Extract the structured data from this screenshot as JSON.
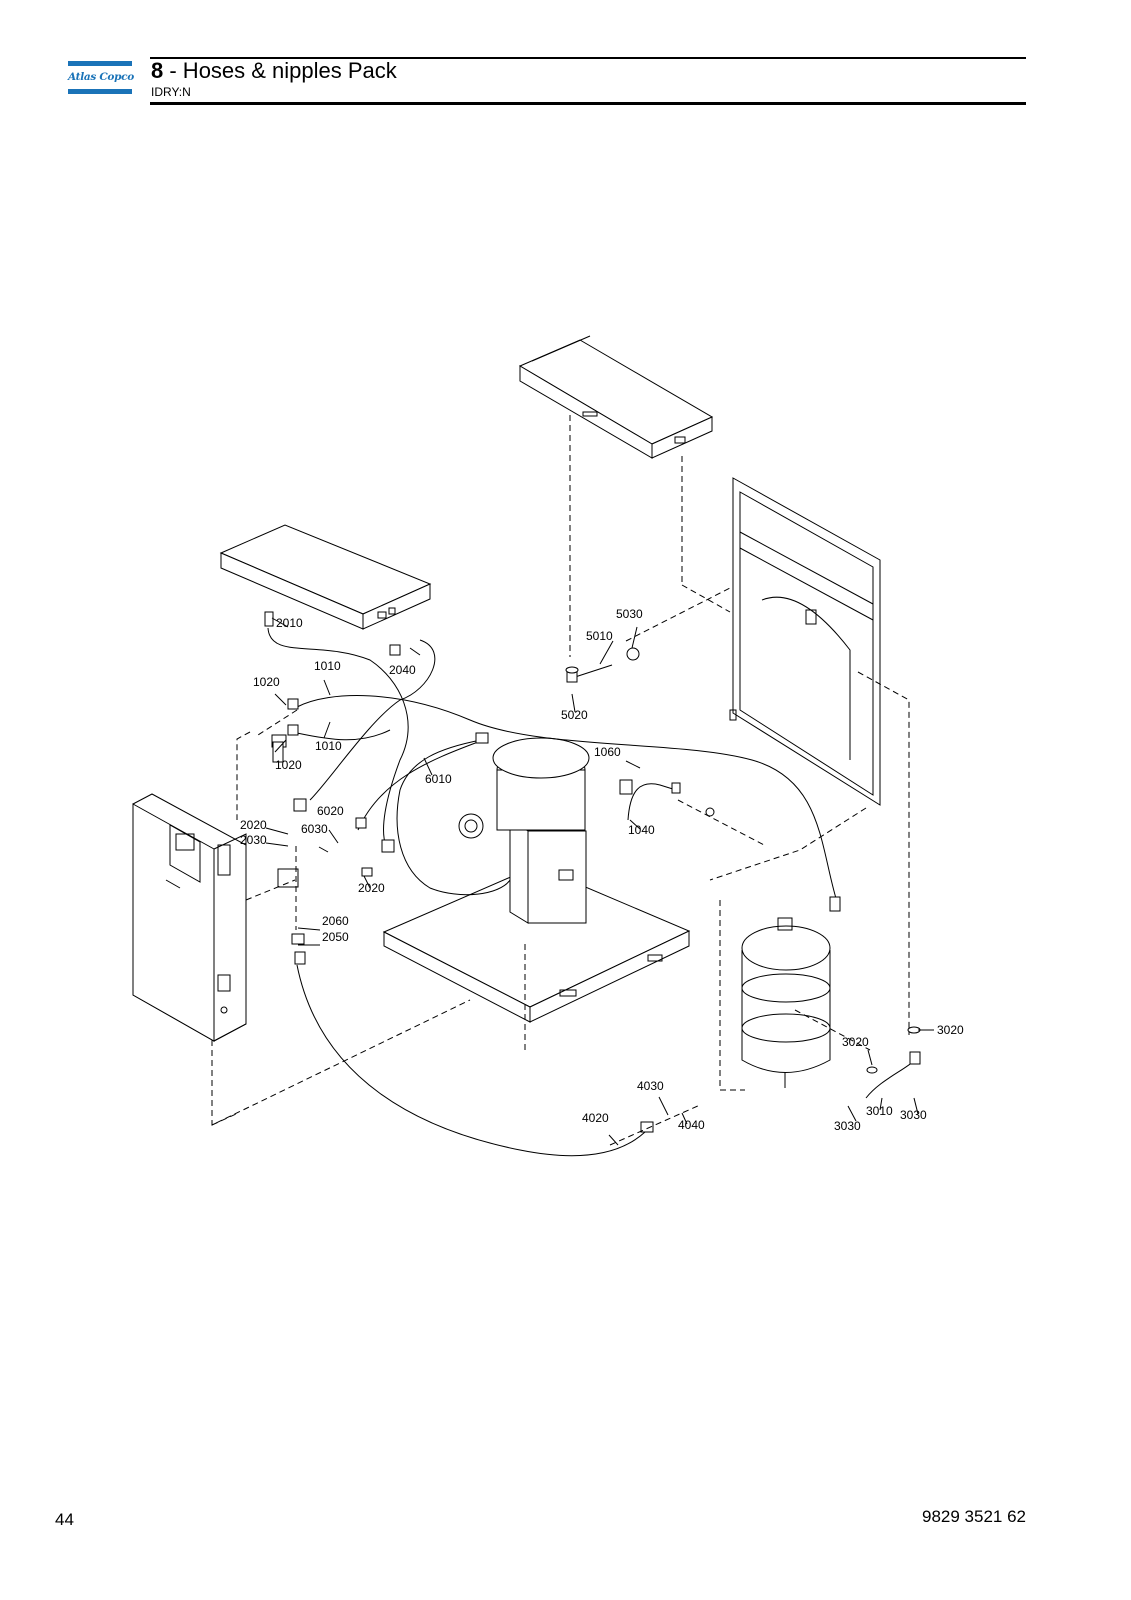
{
  "header": {
    "logo_text": "Atlas Copco",
    "section_number": "8",
    "section_title": " - Hoses & nipples Pack",
    "subtitle": "IDRY:N"
  },
  "callouts": {
    "c1010a": "1010",
    "c1010b": "1010",
    "c1020a": "1020",
    "c1020b": "1020",
    "c1040": "1040",
    "c1060": "1060",
    "c2010": "2010",
    "c2020a": "2020",
    "c2020b": "2020",
    "c2030": "2030",
    "c2040": "2040",
    "c2050": "2050",
    "c2060": "2060",
    "c3010": "3010",
    "c3020a": "3020",
    "c3020b": "3020",
    "c3030a": "3030",
    "c3030b": "3030",
    "c4020": "4020",
    "c4030": "4030",
    "c4040": "4040",
    "c5010": "5010",
    "c5020": "5020",
    "c5030": "5030",
    "c6010": "6010",
    "c6020": "6020",
    "c6030": "6030"
  },
  "footer": {
    "page_number": "44",
    "document_number": "9829 3521 62"
  },
  "colors": {
    "brand": "#1a73b8",
    "line": "#000000"
  }
}
